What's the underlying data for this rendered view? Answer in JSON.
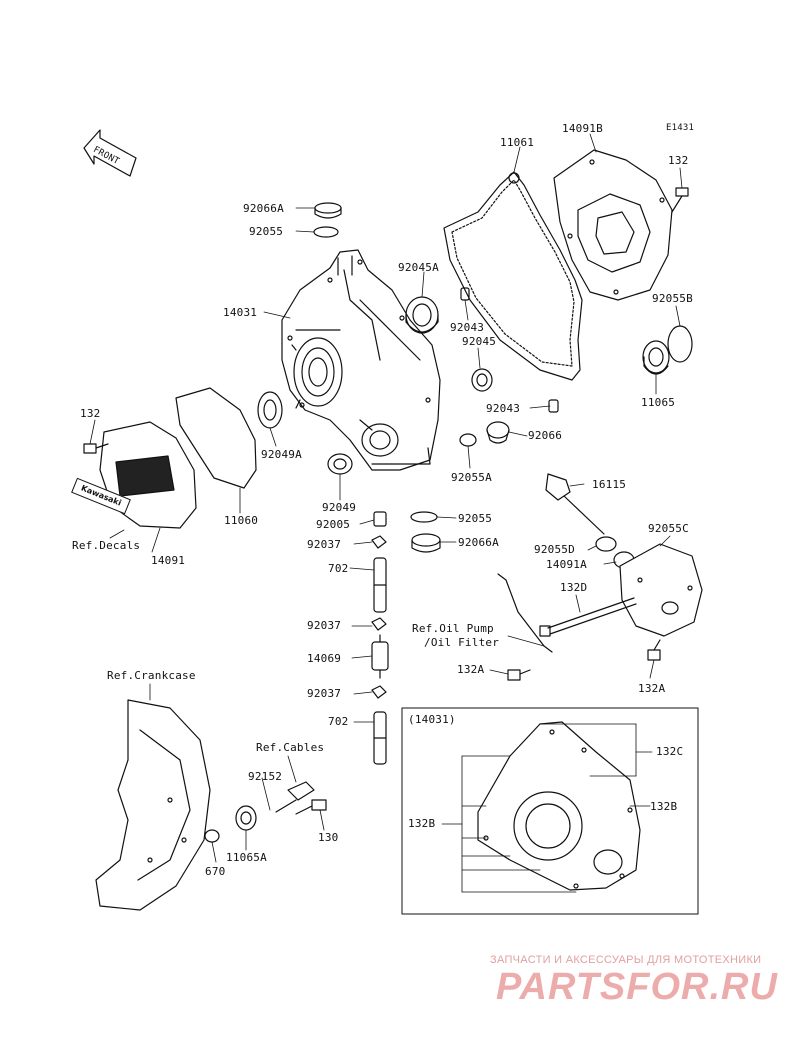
{
  "diagram_code": "E1431",
  "front_label": "FRONT",
  "parts": {
    "p11061": "11061",
    "p14091B": "14091B",
    "p132_top": "132",
    "p92066A_top": "92066A",
    "p92055_top": "92055",
    "p92045A": "92045A",
    "p14031": "14031",
    "p92043_a": "92043",
    "p92045": "92045",
    "p92055B": "92055B",
    "p11065": "11065",
    "p92043_b": "92043",
    "p92066": "92066",
    "p132_left": "132",
    "p92049A": "92049A",
    "p92055A": "92055A",
    "p16115": "16115",
    "p92049": "92049",
    "p11060": "11060",
    "p92005": "92005",
    "p92055_mid": "92055",
    "p92055C": "92055C",
    "p92037_a": "92037",
    "p92066A_mid": "92066A",
    "p92055D": "92055D",
    "p14091A": "14091A",
    "p14091": "14091",
    "p702_a": "702",
    "p132D": "132D",
    "p92037_b": "92037",
    "p14069": "14069",
    "p132A_a": "132A",
    "p132A_b": "132A",
    "p92037_c": "92037",
    "p702_b": "702",
    "p14031_box": "(14031)",
    "p132C": "132C",
    "p92152": "92152",
    "p132B_r": "132B",
    "p132B_l": "132B",
    "p130": "130",
    "p670": "670",
    "p11065A": "11065A"
  },
  "refs": {
    "decals": "Ref.Decals",
    "oil_pump": "Ref.Oil Pump",
    "oil_filter": "/Oil Filter",
    "crankcase": "Ref.Crankcase",
    "cables": "Ref.Cables"
  },
  "decal_text": "Kawasaki",
  "watermark": {
    "tagline": "ЗАПЧАСТИ И АКСЕССУАРЫ ДЛЯ МОТОТЕХНИКИ",
    "brand": "PARTSFOR.RU"
  }
}
